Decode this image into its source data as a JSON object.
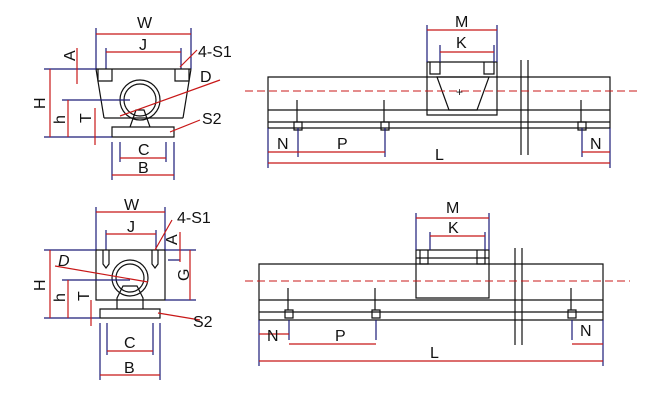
{
  "colors": {
    "outline": "#1c1c78",
    "dimension": "#c81818",
    "part": "#111111"
  },
  "top_end_view": {
    "W": "W",
    "J": "J",
    "S1": "4-S1",
    "A": "A",
    "D": "D",
    "H": "H",
    "h": "h",
    "T": "T",
    "S2": "S2",
    "C": "C",
    "B": "B"
  },
  "top_side_view": {
    "M": "M",
    "K": "K",
    "N_left": "N",
    "P": "P",
    "L": "L",
    "N_right": "N"
  },
  "bottom_end_view": {
    "W": "W",
    "J": "J",
    "S1": "4-S1",
    "A": "A",
    "D": "D",
    "H": "H",
    "h": "h",
    "T": "T",
    "G": "G",
    "S2": "S2",
    "C": "C",
    "B": "B"
  },
  "bottom_side_view": {
    "M": "M",
    "K": "K",
    "N_left": "N",
    "P": "P",
    "L": "L",
    "N_right": "N"
  }
}
